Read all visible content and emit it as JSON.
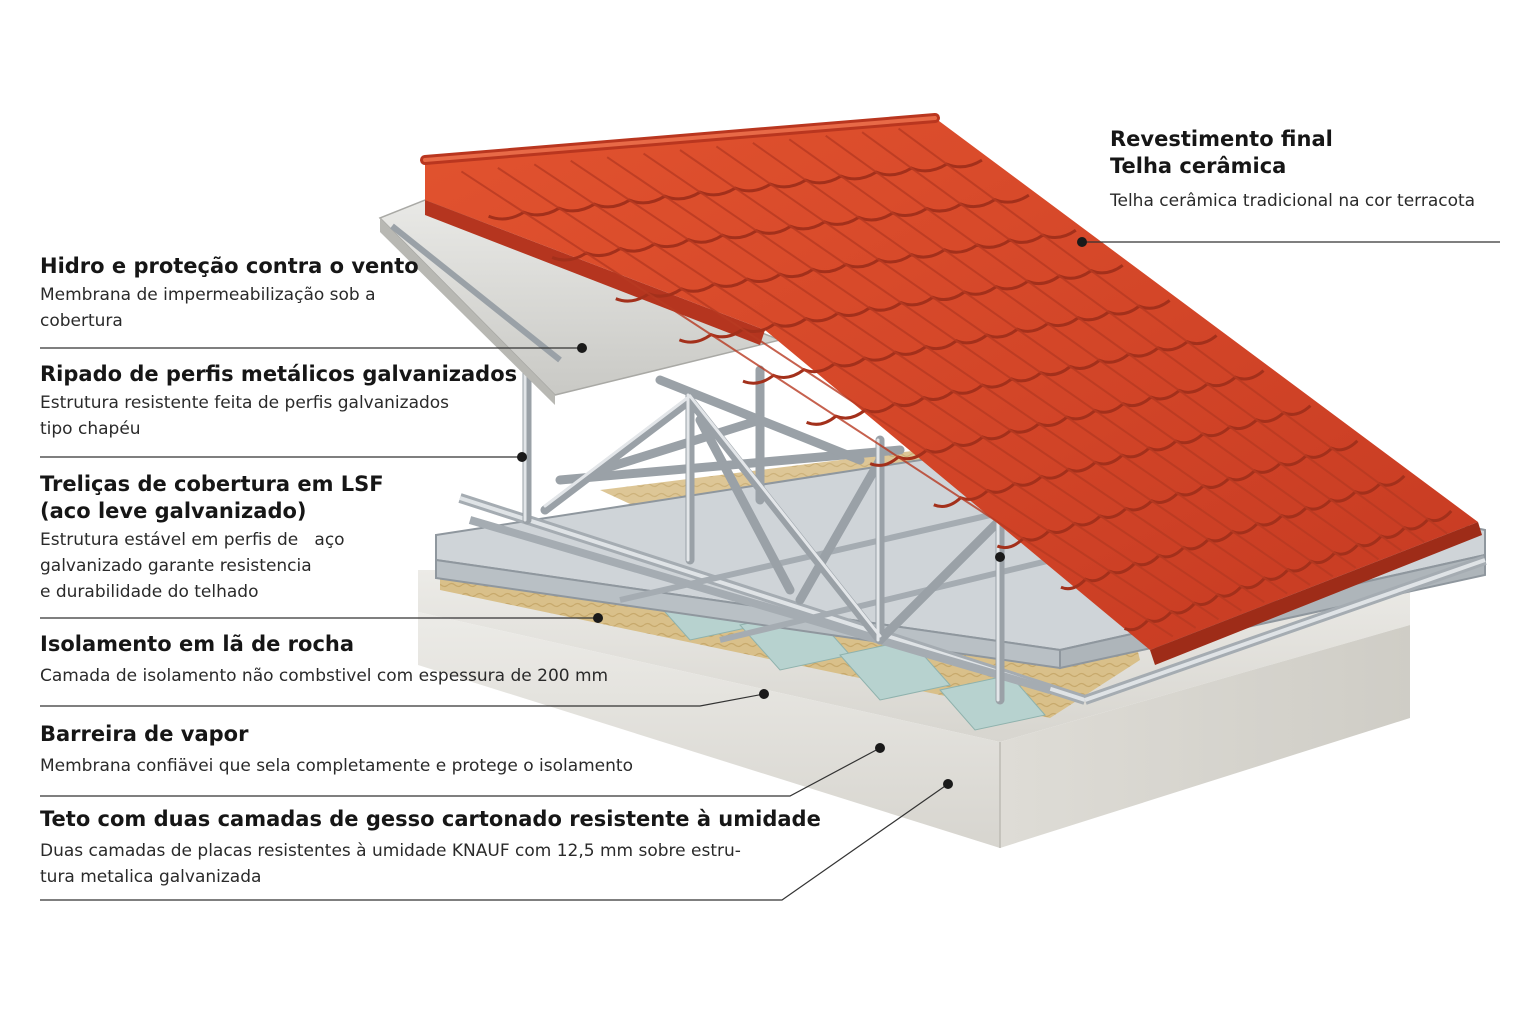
{
  "labels": {
    "cobertura": {
      "title_1": "Revestimento final",
      "title_2": "Telha cerâmica",
      "desc": "Telha cerâmica tradicional na cor terracota"
    },
    "hidro": {
      "title": "Hidro e proteção contra o vento",
      "desc_1": "Membrana de impermeabilização sob a",
      "desc_2": "cobertura"
    },
    "ripado": {
      "title": "Ripado de perfis metálicos galvanizados",
      "desc_1": "Estrutura resistente feita de perfis galvanizados",
      "desc_2": "tipo chapéu"
    },
    "trelicas": {
      "title_1": "Treliças de cobertura em LSF",
      "title_2": "(aco leve galvanizado)",
      "desc_1": "Estrutura estável em perfis de   aço",
      "desc_2": "galvanizado garante resistencia",
      "desc_3": "e durabilidade do telhado"
    },
    "isolamento": {
      "title": "Isolamento em lã de rocha",
      "desc": "Camada de isolamento não combstivel com espessura de 200 mm"
    },
    "barreira": {
      "title": "Barreira de vapor",
      "desc": "Membrana confiävei que sela completamente e protege o isolamento"
    },
    "teto": {
      "title": "Teto com duas camadas de gesso cartonado resistente à umidade",
      "desc_1": "Duas camadas de placas resistentes à umidade KNAUF com 12,5 mm sobre estru-",
      "desc_2": "tura metalica galvanizada"
    }
  },
  "colors": {
    "tile": "#d9472c",
    "tile_dark": "#a8301b",
    "steel": "#c9ced3",
    "insulation": "#d8bf86",
    "concrete": "#e6e4df",
    "leader": "#333333"
  }
}
